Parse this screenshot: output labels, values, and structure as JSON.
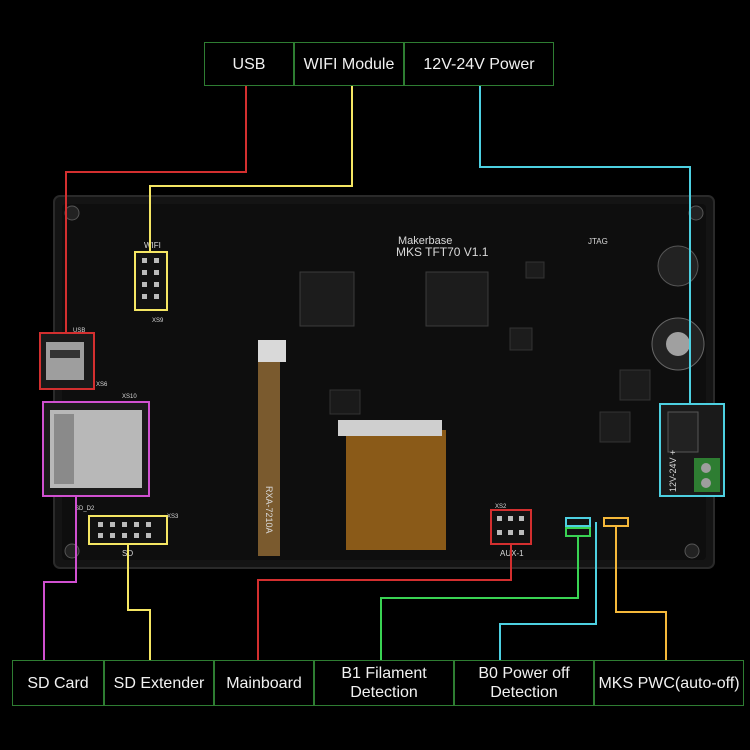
{
  "top_labels": {
    "usb": "USB",
    "wifi": "WIFI Module",
    "power": "12V-24V Power"
  },
  "bottom_labels": {
    "sd_card": "SD Card",
    "sd_extender": "SD Extender",
    "mainboard": "Mainboard",
    "b1_line1": "B1 Filament",
    "b1_line2": "Detection",
    "b0_line1": "B0 Power off",
    "b0_line2": "Detection",
    "pwc": "MKS PWC(auto-off)"
  },
  "board": {
    "brand": "Makerbase",
    "model": "MKS TFT70 V1.1",
    "wifi_silk": "WIFI",
    "jtag_silk": "JTAG",
    "sd_silk": "SD",
    "aux_silk": "AUX-1",
    "ribbon_silk": "RXA-7210A",
    "power_silk": "12V-24V +",
    "usb_silk": "USB",
    "xs10": "XS10",
    "xs3": "XS3",
    "xs2": "XS2",
    "xs6": "XS6",
    "xs9": "XS9",
    "sdd2": "SD_D2"
  },
  "colors": {
    "usb_line": "#d32f2f",
    "wifi_line": "#f5e663",
    "power_line": "#4dd0e1",
    "sd_card_line": "#d050d0",
    "sd_ext_line": "#f5e663",
    "mainboard_line": "#d32f2f",
    "b1_line": "#39d353",
    "b0_line": "#4dd0e1",
    "pwc_line": "#f5b83a"
  }
}
